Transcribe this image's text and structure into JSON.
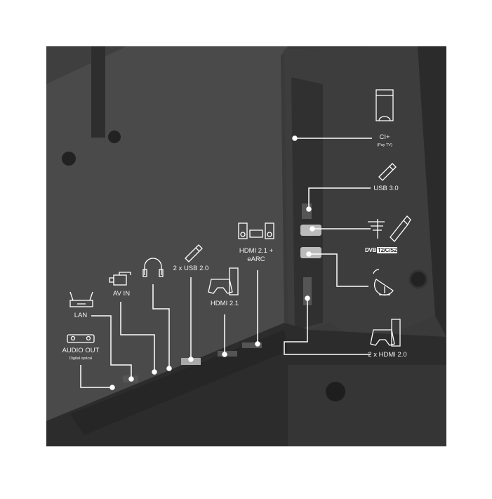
{
  "labels": {
    "ci_plus": "CI+",
    "ci_plus_sub": "(Pay TV)",
    "usb3": "USB 3.0",
    "dvb_prefix": "DVB",
    "dvb_suffix": "T2/C/S2",
    "hdmi20": "2 x HDMI 2.0",
    "hdmi21_earc_line1": "HDMI 2.1 +",
    "hdmi21_earc_line2": "eARC",
    "hdmi21": "HDMI 2.1",
    "usb2": "2 x USB 2.0",
    "av_in": "AV IN",
    "lan": "LAN",
    "audio_out": "AUDIO OUT",
    "audio_out_sub": "Digital optical"
  },
  "colors": {
    "body": "#3b3b3b",
    "panel": "#484848",
    "edge": "#2a2a2a",
    "line": "#ffffff"
  }
}
